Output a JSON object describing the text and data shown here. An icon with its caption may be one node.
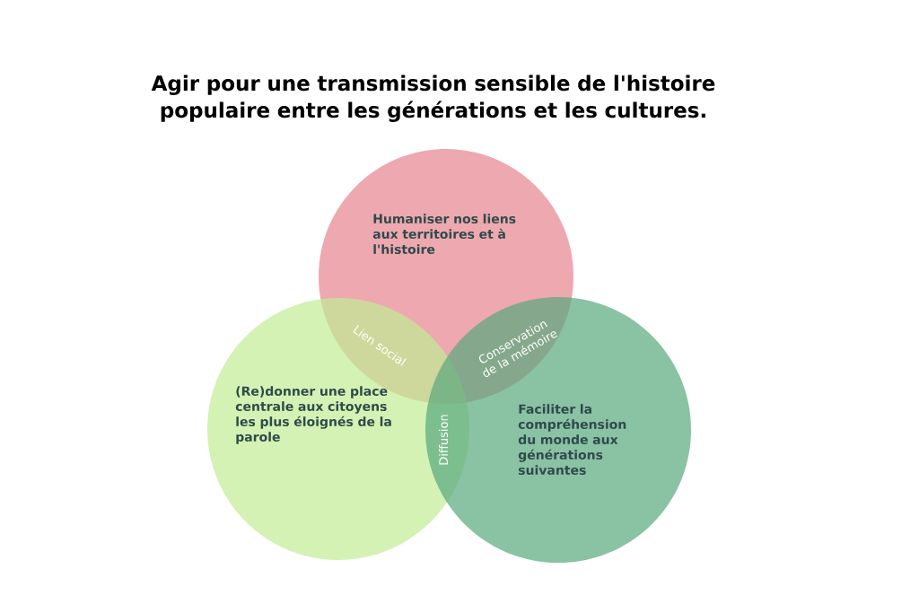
{
  "diagram": {
    "title": "Agir pour une transmission sensible de l'histoire populaire entre les générations et les cultures.",
    "nodes": [
      {
        "text": [
          "Humaniser nos liens aux territoires et à l'histoire"
        ]
      },
      {
        "text": [
          "(Re)donner une place centrale aux citoyens les plus éloignés de la parole"
        ]
      },
      {
        "text": [
          "Faciliter la compréhension du monde aux générations suivantes"
        ]
      }
    ],
    "labels": [
      "Lien social",
      "Conservation de la mémoire",
      "Diffusion"
    ]
  }
}
